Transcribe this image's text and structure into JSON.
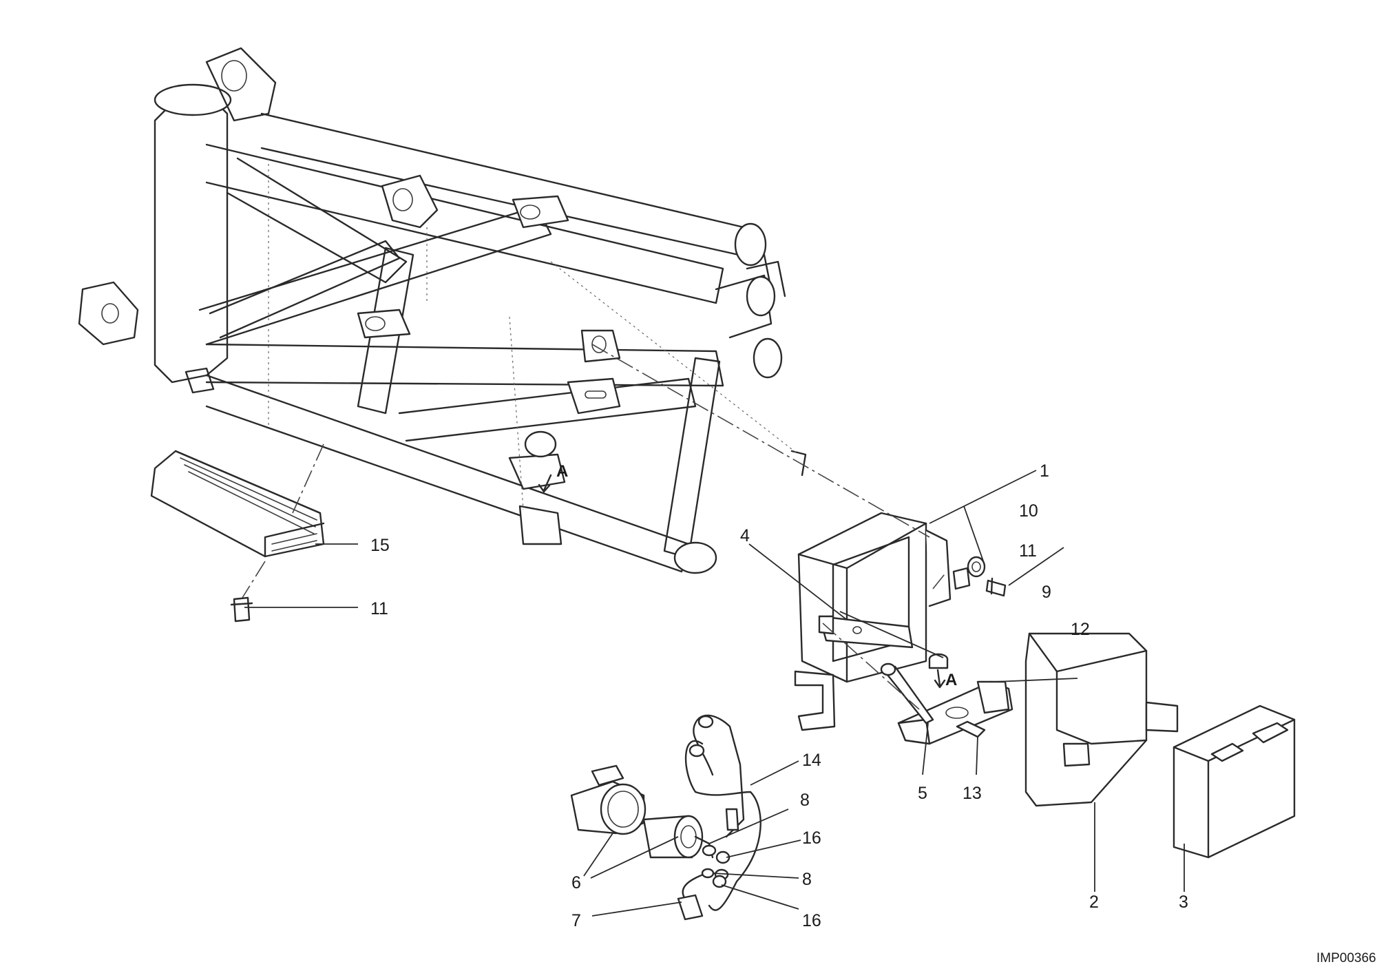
{
  "callouts": {
    "c1": "1",
    "c2": "2",
    "c3": "3",
    "c4": "4",
    "c5": "5",
    "c6": "6",
    "c7": "7",
    "c8a": "8",
    "c8b": "8",
    "c9": "9",
    "c10": "10",
    "c11a": "11",
    "c11b": "11",
    "c12": "12",
    "c13": "13",
    "c14": "14",
    "c15": "15",
    "c16a": "16",
    "c16b": "16"
  },
  "detail_markers": {
    "a_frame": "A",
    "a_bracket": "A"
  },
  "drawing_code": "IMP00366"
}
